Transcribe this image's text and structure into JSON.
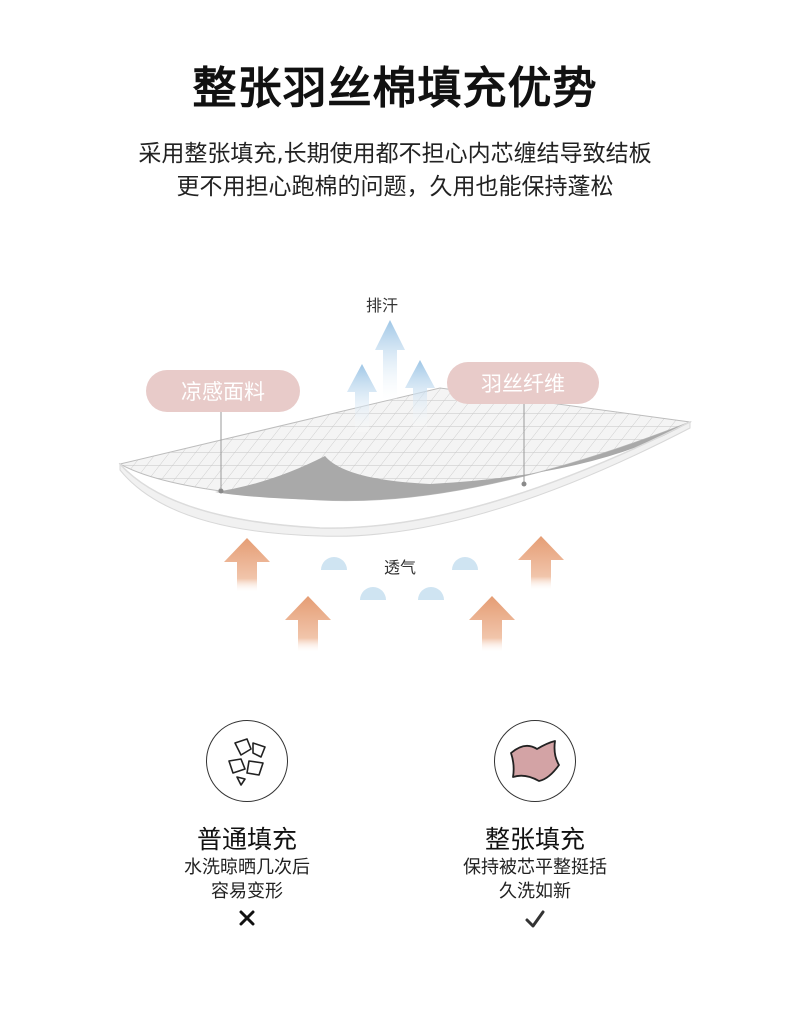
{
  "header": {
    "title": "整张羽丝棉填充优势",
    "subtitle_lines": [
      "采用整张填充,长期使用都不担心内芯缠结导致结板",
      "更不用担心跑棉的问题，久用也能保持蓬松"
    ]
  },
  "illustration": {
    "sweat_label": "排汗",
    "breath_label": "透气",
    "callout_left": "凉感面料",
    "callout_right": "羽丝纤维",
    "colors": {
      "pill": "#e8cbc9",
      "blue_arrow": "#a9cfe9",
      "orange_arrow": "#e7a27c",
      "quilt_grid": "#c9c9c9",
      "quilt_inner": "#a7a7a7"
    }
  },
  "comparison": {
    "normal": {
      "icon": "broken-pieces-icon",
      "heading": "普通填充",
      "lines": [
        "水洗晾晒几次后",
        "容易变形"
      ],
      "mark": "cross-icon"
    },
    "whole": {
      "icon": "whole-sheet-icon",
      "heading": "整张填充",
      "lines": [
        "保持被芯平整挺括",
        "久洗如新"
      ],
      "mark": "check-icon"
    }
  }
}
